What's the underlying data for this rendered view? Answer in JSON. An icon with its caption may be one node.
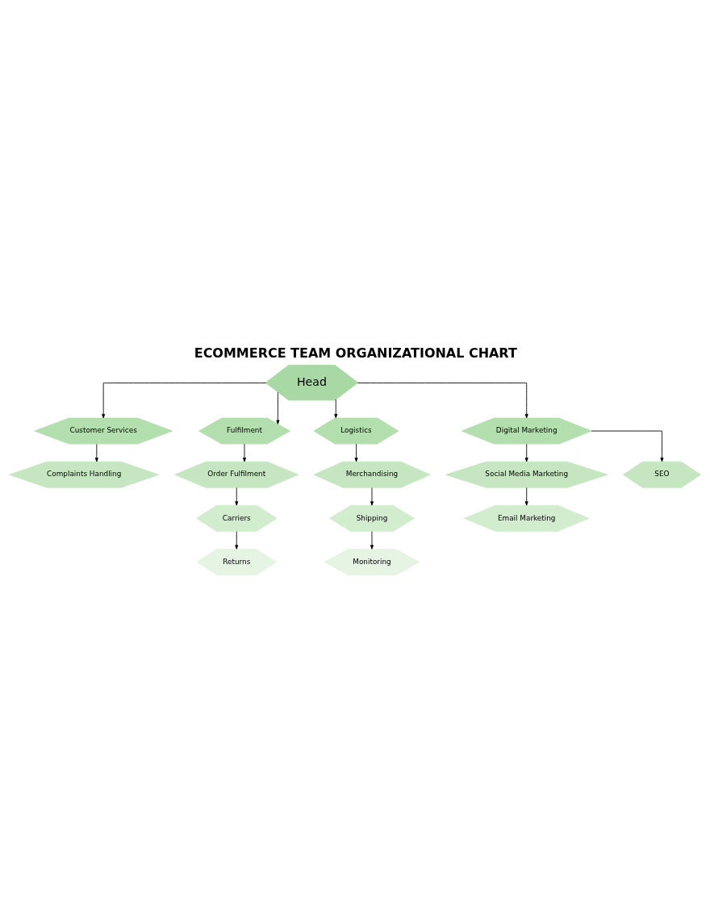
{
  "diagram": {
    "title": "ECOMMERCE TEAM ORGANIZATIONAL CHART",
    "nodes": [
      {
        "text": [
          "Head"
        ]
      },
      {
        "text": [
          "Customer Services"
        ]
      },
      {
        "text": [
          "Fulfilment"
        ]
      },
      {
        "text": [
          "Logistics"
        ]
      },
      {
        "text": [
          "Digital Marketing"
        ]
      },
      {
        "text": [
          "Complaints Handling"
        ]
      },
      {
        "text": [
          "Order Fulfilment"
        ]
      },
      {
        "text": [
          "Merchandising"
        ]
      },
      {
        "text": [
          "Social Media Marketing"
        ]
      },
      {
        "text": [
          "SEO"
        ]
      },
      {
        "text": [
          "Carriers"
        ]
      },
      {
        "text": [
          "Shipping"
        ]
      },
      {
        "text": [
          "Email Marketing"
        ]
      },
      {
        "text": [
          "Returns"
        ]
      },
      {
        "text": [
          "Monitoring"
        ]
      }
    ],
    "edges": [
      {
        "from": 0,
        "to": 1,
        "arrow": "to"
      },
      {
        "from": 0,
        "to": 2,
        "arrow": "to"
      },
      {
        "from": 0,
        "to": 3,
        "arrow": "to"
      },
      {
        "from": 0,
        "to": 4,
        "arrow": "to"
      },
      {
        "from": 1,
        "to": 5,
        "arrow": "to"
      },
      {
        "from": 2,
        "to": 6,
        "arrow": "to"
      },
      {
        "from": 3,
        "to": 7,
        "arrow": "to"
      },
      {
        "from": 4,
        "to": 8,
        "arrow": "to"
      },
      {
        "from": 4,
        "to": 9,
        "arrow": "to"
      },
      {
        "from": 6,
        "to": 10,
        "arrow": "to"
      },
      {
        "from": 7,
        "to": 11,
        "arrow": "to"
      },
      {
        "from": 8,
        "to": 12,
        "arrow": "to"
      },
      {
        "from": 10,
        "to": 13,
        "arrow": "to"
      },
      {
        "from": 11,
        "to": 14,
        "arrow": "to"
      }
    ]
  }
}
